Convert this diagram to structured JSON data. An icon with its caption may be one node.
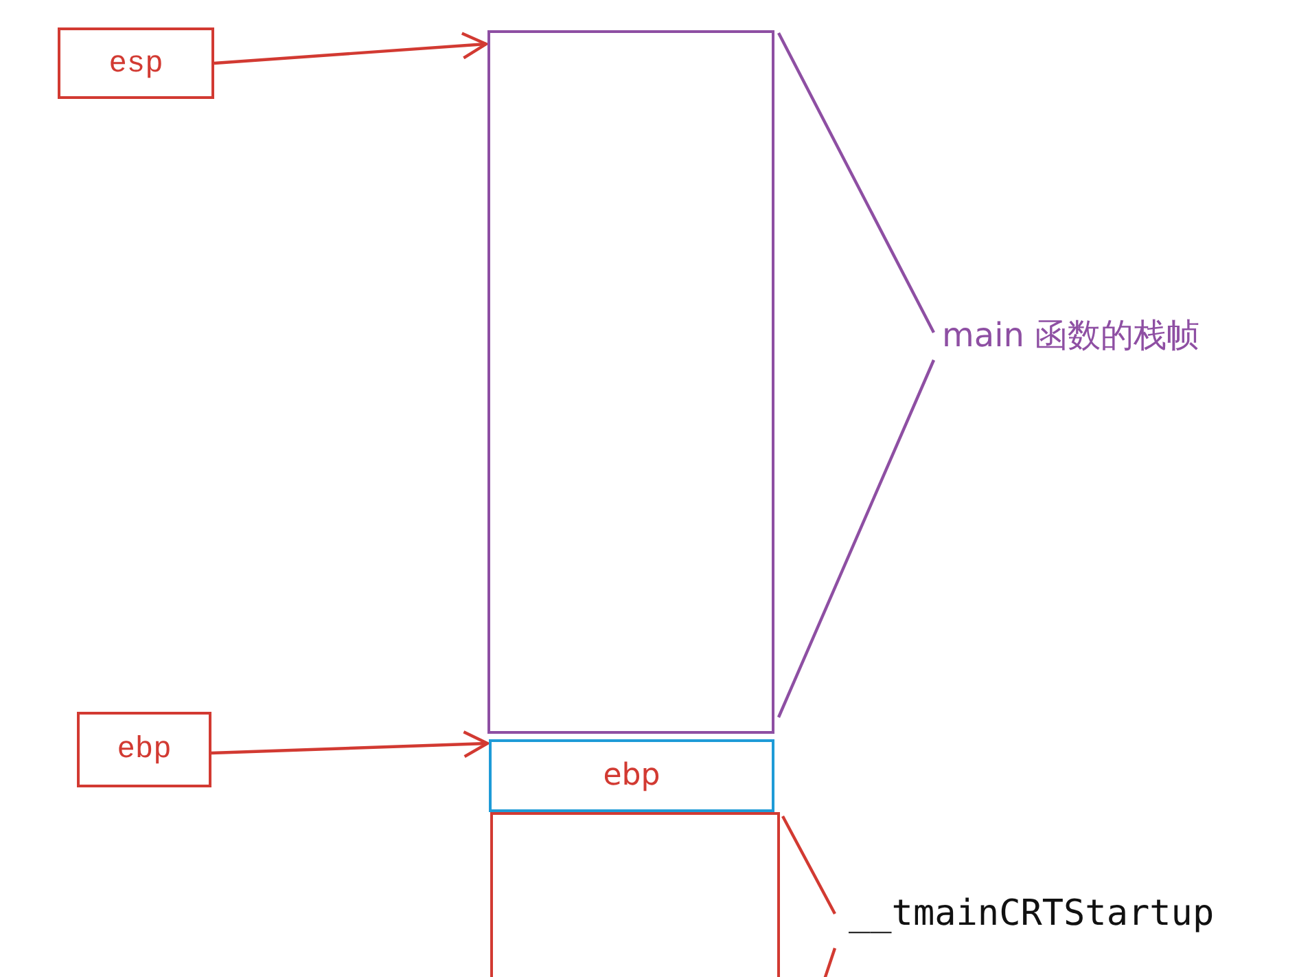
{
  "diagram": {
    "nodes": [
      {
        "text": [
          "esp"
        ]
      },
      {
        "text": [],
        "shape": "box"
      },
      {
        "text": [
          "ebp"
        ]
      },
      {
        "text": [
          "ebp"
        ]
      },
      {
        "text": [],
        "shape": "box"
      }
    ],
    "edges": [
      {
        "from": 0,
        "to": 1,
        "arrow": "to"
      },
      {
        "from": 2,
        "to": 3,
        "arrow": "to"
      }
    ],
    "labels": [
      "main 函数的栈帧",
      "__tmainCRTStartup"
    ]
  }
}
